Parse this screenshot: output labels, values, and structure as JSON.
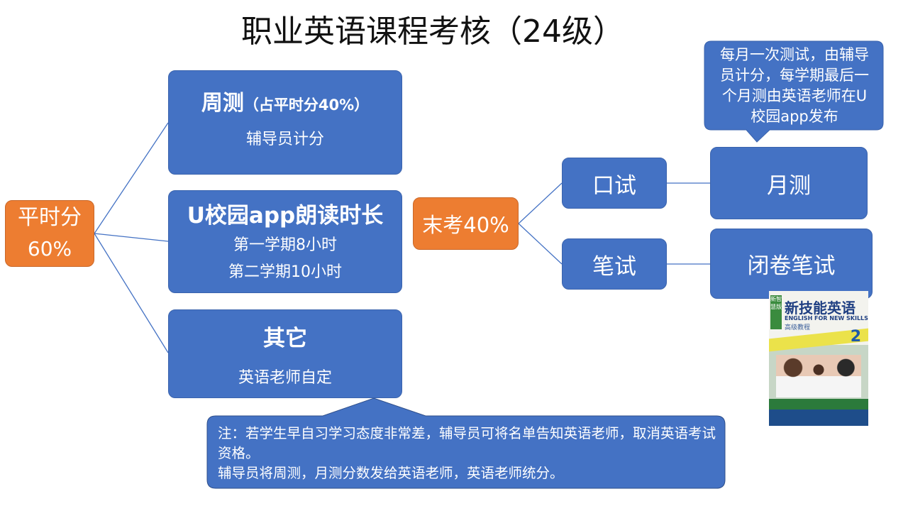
{
  "title": "职业英语课程考核（24级）",
  "daily": {
    "label": "平时分",
    "value": "60%"
  },
  "weekly": {
    "title": "周测",
    "note": "（占平时分40%）",
    "desc": "辅导员计分"
  },
  "reading": {
    "title": "U校园app朗读时长",
    "line1": "第一学期8小时",
    "line2": "第二学期10小时"
  },
  "other": {
    "title": "其它",
    "desc": "英语老师自定"
  },
  "final": {
    "label": "末考40%"
  },
  "oral": {
    "label": "口试"
  },
  "written": {
    "label": "笔试"
  },
  "monthly": {
    "label": "月测"
  },
  "closed": {
    "label": "闭卷笔试"
  },
  "callout_top": {
    "text": "每月一次测试，由辅导员计分，每学期最后一个月测由英语老师在U校园app发布"
  },
  "callout_bottom": {
    "line1": "注：若学生早自习学习态度非常差，辅导员可将名单告知英语老师，取消英语考试资格。",
    "line2": "辅导员将周测，月测分数发给英语老师，英语老师统分。"
  },
  "book": {
    "title": "新技能英语",
    "english": "ENGLISH FOR NEW SKILLS",
    "subtitle": "高级教程",
    "badge": "新智慧版",
    "volume": "2"
  },
  "colors": {
    "blue": "#4472C4",
    "orange": "#ED7D31"
  }
}
